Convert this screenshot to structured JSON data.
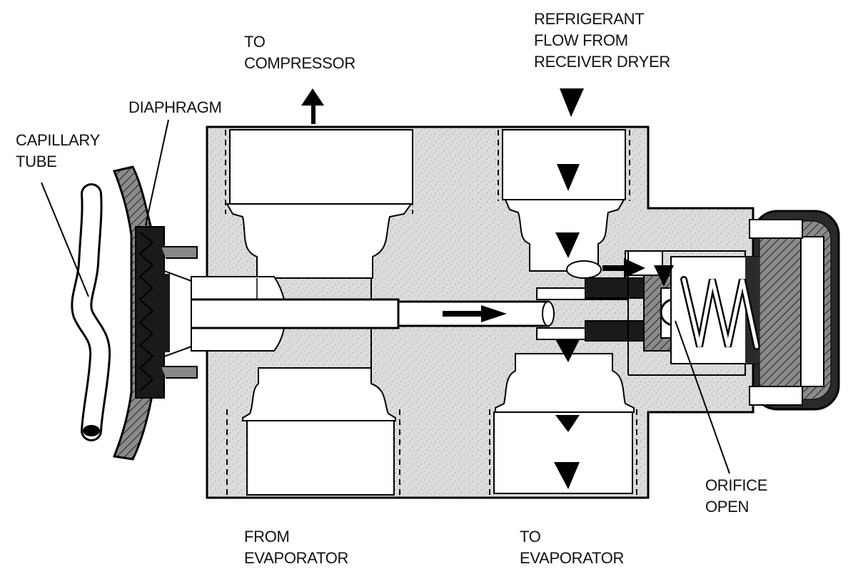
{
  "labels": {
    "to_compressor": [
      "TO",
      "COMPRESSOR"
    ],
    "refrigerant_flow": [
      "REFRIGERANT",
      "FLOW FROM",
      "RECEIVER DRYER"
    ],
    "diaphragm": [
      "DIAPHRAGM"
    ],
    "capillary_tube": [
      "CAPILLARY",
      "TUBE"
    ],
    "orifice_open": [
      "ORIFICE",
      "OPEN"
    ],
    "from_evaporator": [
      "FROM",
      "EVAPORATOR"
    ],
    "to_evaporator": [
      "TO",
      "EVAPORATOR"
    ]
  },
  "colors": {
    "body_fill": "#d9d9d9",
    "line": "#000000",
    "background": "#ffffff",
    "dark_seal": "#2a2a2a"
  },
  "icons": {
    "flow_arrow": "filled-arrow-head",
    "spring": "coil-spring",
    "ball": "valve-ball"
  }
}
